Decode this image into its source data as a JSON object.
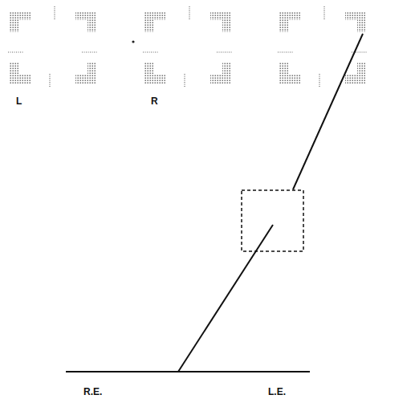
{
  "diagram": {
    "labels": [
      "L",
      "R",
      "R.E.",
      "L.E."
    ]
  }
}
